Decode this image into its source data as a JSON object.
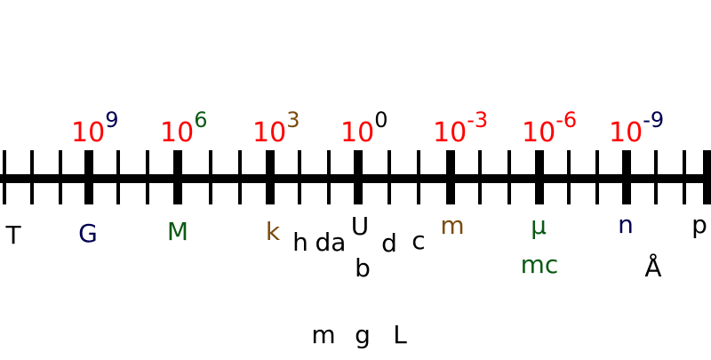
{
  "colors": {
    "line": "#000000",
    "power": "#ff0000",
    "prefix_black": "#000000",
    "prefix_navy": "#000050",
    "prefix_green": "#0a5a14",
    "prefix_brown": "#7a4c0f"
  },
  "scale": {
    "powers": [
      {
        "base": "10",
        "exp": "9",
        "exp_color": "#000050"
      },
      {
        "base": "10",
        "exp": "6",
        "exp_color": "#0a5a14"
      },
      {
        "base": "10",
        "exp": "3",
        "exp_color": "#7a4c0f"
      },
      {
        "base": "10",
        "exp": "0",
        "exp_color": "#000000"
      },
      {
        "base": "10",
        "exp": "-3",
        "exp_color": "#ff0000"
      },
      {
        "base": "10",
        "exp": "-6",
        "exp_color": "#ff0000"
      },
      {
        "base": "10",
        "exp": "-9",
        "exp_color": "#000050"
      }
    ]
  },
  "prefixes": {
    "tera": {
      "symbol": "T",
      "color": "#000000"
    },
    "giga": {
      "symbol": "G",
      "color": "#000050"
    },
    "mega": {
      "symbol": "M",
      "color": "#0a5a14"
    },
    "kilo": {
      "symbol": "k",
      "color": "#7a4c0f"
    },
    "hecto": {
      "symbol": "h",
      "color": "#000000"
    },
    "deca": {
      "symbol": "da",
      "color": "#000000"
    },
    "unit": {
      "symbol": "U",
      "color": "#000000"
    },
    "base": {
      "symbol": "b",
      "color": "#000000"
    },
    "deci": {
      "symbol": "d",
      "color": "#000000"
    },
    "centi": {
      "symbol": "c",
      "color": "#000000"
    },
    "milli": {
      "symbol": "m",
      "color": "#7a4c0f"
    },
    "micro": {
      "symbol": "μ",
      "color": "#0a5a14"
    },
    "micro_alt": {
      "symbol": "mc",
      "color": "#0a5a14"
    },
    "nano": {
      "symbol": "n",
      "color": "#000050"
    },
    "angstrom": {
      "symbol": "Å",
      "color": "#000000"
    },
    "pico": {
      "symbol": "p",
      "color": "#000000"
    }
  },
  "units": {
    "meter": "m",
    "gram": "g",
    "liter": "L"
  }
}
